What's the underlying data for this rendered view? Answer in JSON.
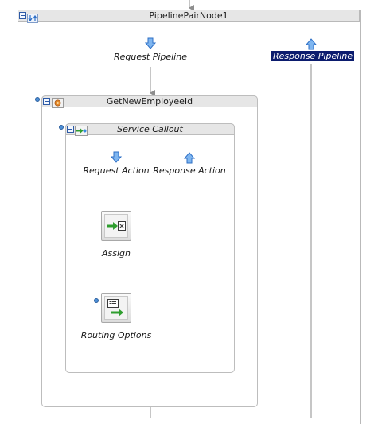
{
  "pipeline_pair": {
    "title": "PipelinePairNode1"
  },
  "request_pipeline": {
    "label": "Request Pipeline"
  },
  "response_pipeline": {
    "label": "Response Pipeline"
  },
  "stage": {
    "title": "GetNewEmployeeId"
  },
  "service_callout": {
    "title": "Service Callout",
    "request_action_label": "Request Action",
    "response_action_label": "Response Action"
  },
  "actions": [
    {
      "label": "Assign",
      "icon": "assign-icon"
    },
    {
      "label": "Routing Options",
      "icon": "routing-options-icon"
    }
  ],
  "colors": {
    "selection": "#0b1c6e",
    "arrow_blue": "#3a8be0",
    "header_gray": "#e6e6e6",
    "breakpoint_dot": "#4d8fd6",
    "action_green": "#2f9e2f"
  }
}
